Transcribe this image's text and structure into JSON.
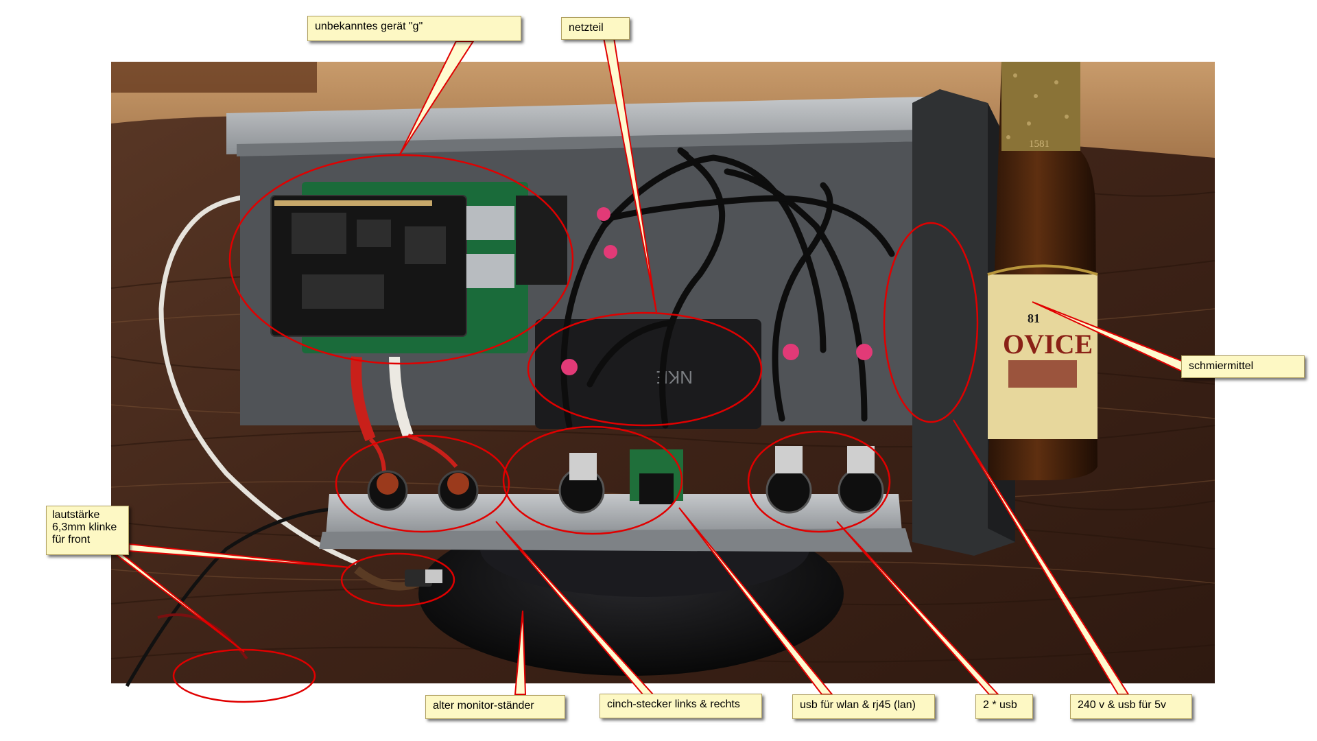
{
  "callouts": {
    "device_g": "unbekanntes gerät \"g\"",
    "psu": "netzteil",
    "lubricant": "schmiermittel",
    "volume_line1": "lautstärke",
    "volume_line2": "6,3mm klinke",
    "volume_line3": "für front",
    "monitor_stand": "alter monitor-ständer",
    "cinch": "cinch-stecker links & rechts",
    "usb_wlan_rj45": "usb für wlan & rj45 (lan)",
    "two_usb": "2 * usb",
    "power": "240 v & usb für 5v"
  },
  "bottle_label": {
    "brand": "OVICE",
    "number": "81",
    "year": "1581"
  },
  "psu_label": "NKE",
  "colors": {
    "annotation_red": "#e00000",
    "callout_fill": "#fdf8c4",
    "callout_border": "#b0a060",
    "leader_fill": "#fffbd0",
    "wood_dark": "#3b2216",
    "case_silver": "#9a9ea2"
  }
}
